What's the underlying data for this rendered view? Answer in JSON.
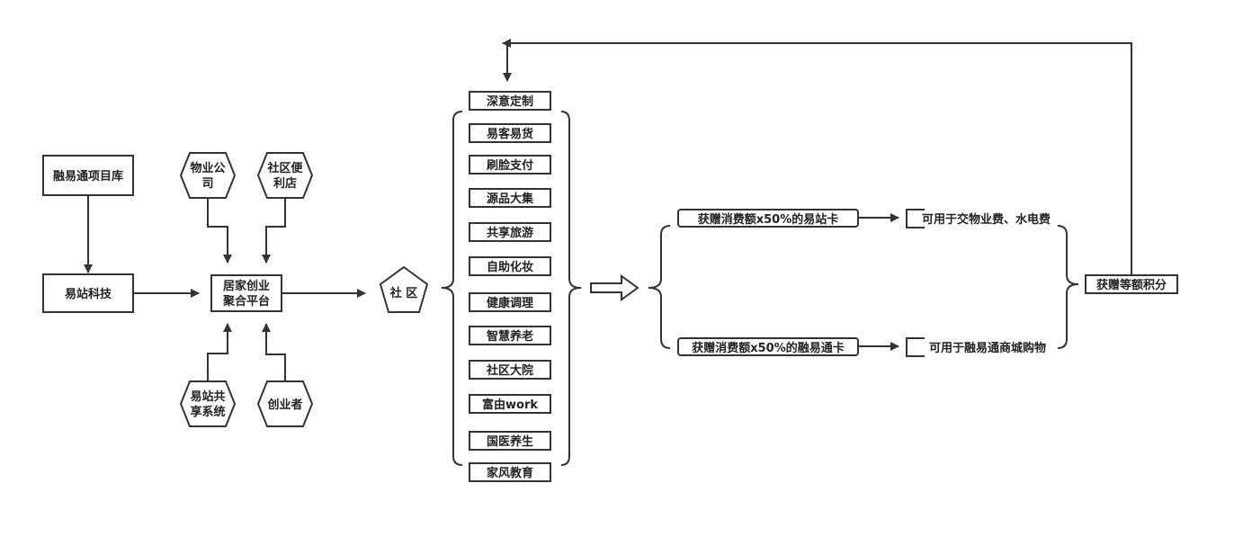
{
  "nodes": {
    "project_library": "融易通项目库",
    "yizhan_tech": "易站科技",
    "property_company": [
      "物业公",
      "司"
    ],
    "community_store": [
      "社区便",
      "利店"
    ],
    "platform": [
      "居家创业",
      "聚合平台"
    ],
    "yizhan_share_system": [
      "易站共",
      "享系统"
    ],
    "entrepreneur": "创业者",
    "community": "社 区"
  },
  "services": [
    "深意定制",
    "易客易货",
    "刷脸支付",
    "源品大集",
    "共享旅游",
    "自助化妆",
    "健康调理",
    "智慧养老",
    "社区大院",
    "富由work",
    "国医养生",
    "家风教育"
  ],
  "rewards": {
    "yizhan_card": "获赠消费额x50%的易站卡",
    "yizhan_card_use": "可用于交物业费、水电费",
    "rongyitong_card": "获赠消费额x50%的融易通卡",
    "rongyitong_card_use": "可用于融易通商城购物",
    "points": "获赠等额积分"
  }
}
